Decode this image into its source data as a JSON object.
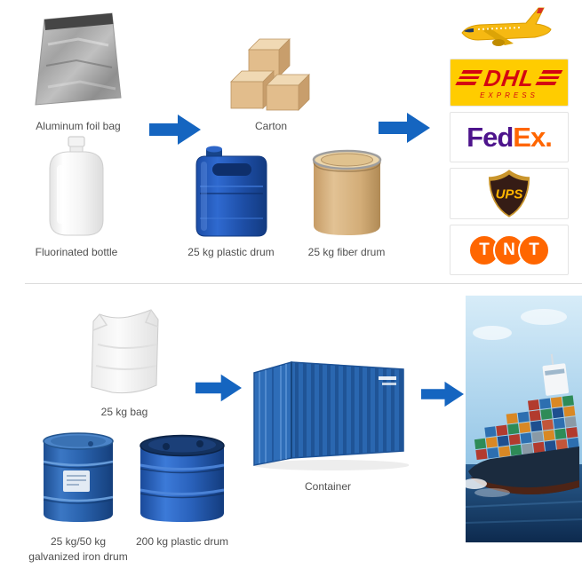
{
  "colors": {
    "arrow_blue": "#1565c0",
    "label_text": "#4f4f4f",
    "divider_gray": "#dcdcdc",
    "dhl_yellow": "#ffcc00",
    "dhl_red": "#d40511",
    "fedex_purple": "#4d148c",
    "fedex_orange": "#ff6600",
    "ups_brown": "#351c15",
    "ups_gold": "#ffb500",
    "tnt_orange": "#ff6600",
    "plane_yellow": "#f6b912",
    "packaging_blue": "#1e4fa8",
    "container_blue": "#2a67b0"
  },
  "top_packaging": {
    "foil_bag_label": "Aluminum foil bag",
    "carton_label": "Carton",
    "bottle_label": "Fluorinated bottle",
    "plastic_drum_label": "25 kg plastic drum",
    "fiber_drum_label": "25 kg fiber drum"
  },
  "carriers": {
    "dhl_name": "DHL",
    "dhl_tagline": "EXPRESS",
    "fedex_part1": "Fed",
    "fedex_part2": "Ex.",
    "ups_name": "UPS",
    "tnt_letters": [
      "T",
      "N",
      "T"
    ]
  },
  "bottom_shipping": {
    "bag_label": "25 kg bag",
    "iron_drum_label_line1": "25 kg/50 kg",
    "iron_drum_label_line2": "galvanized iron drum",
    "plastic_drum_200_label": "200 kg plastic drum",
    "container_label": "Container"
  }
}
